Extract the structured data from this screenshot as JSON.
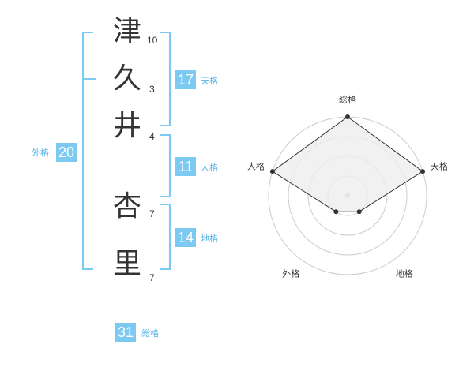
{
  "name": {
    "characters": [
      {
        "char": "津",
        "strokes": "10"
      },
      {
        "char": "久",
        "strokes": "3"
      },
      {
        "char": "井",
        "strokes": "4"
      },
      {
        "char": "杏",
        "strokes": "7"
      },
      {
        "char": "里",
        "strokes": "7"
      }
    ]
  },
  "fortune": {
    "tenkaku": {
      "value": "17",
      "label": "天格"
    },
    "jinkaku": {
      "value": "11",
      "label": "人格"
    },
    "chikaku": {
      "value": "14",
      "label": "地格"
    },
    "gaikaku": {
      "value": "20",
      "label": "外格"
    },
    "soukaku": {
      "value": "31",
      "label": "総格"
    }
  },
  "chart_data": {
    "type": "radar",
    "axes": [
      "総格",
      "天格",
      "地格",
      "外格",
      "人格"
    ],
    "values": [
      4,
      4,
      1,
      1,
      4
    ],
    "max": 4,
    "colors": {
      "fill": "#eeeeee",
      "line": "#333333",
      "grid": "#cccccc",
      "center": "#bbbbbb"
    }
  }
}
